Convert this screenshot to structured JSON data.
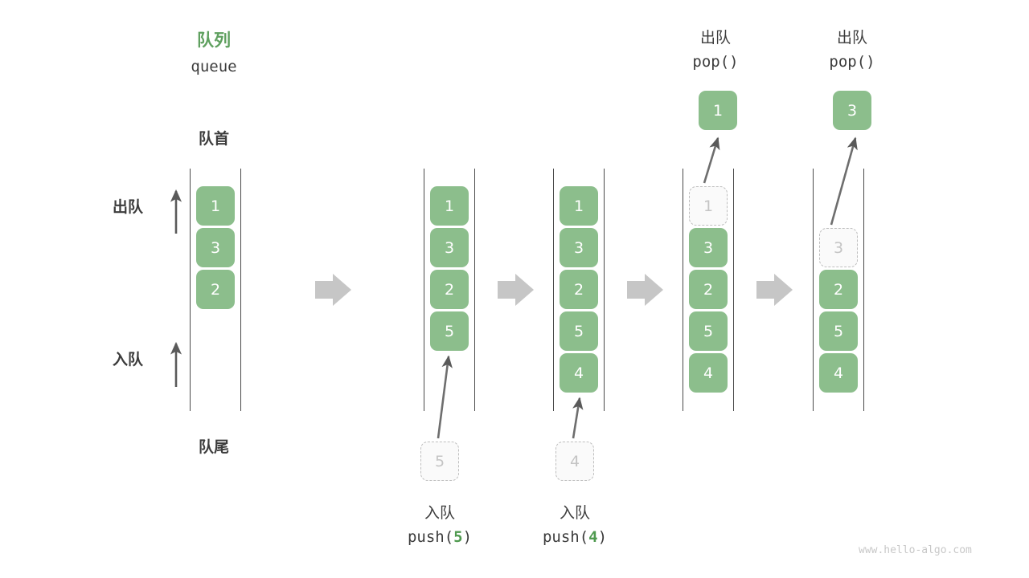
{
  "diagram": {
    "title_cn": "队列",
    "title_en": "queue",
    "head_label": "队首",
    "tail_label": "队尾",
    "dequeue_label": "出队",
    "enqueue_label": "入队",
    "watermark": "www.hello-algo.com",
    "accent_green": "#8CBE8C",
    "title_green": "#5FA05F",
    "ghost_gray": "#C4C4C4",
    "arrow_gray": "#5A5A5A",
    "flow_arrow_gray": "#C6C6C6"
  },
  "columns": [
    {
      "id": "initial",
      "cells": [
        "1",
        "3",
        "2"
      ],
      "ghost_index": null
    },
    {
      "id": "after-push-5",
      "cells": [
        "1",
        "3",
        "2",
        "5"
      ],
      "ghost_index": null
    },
    {
      "id": "after-push-4",
      "cells": [
        "1",
        "3",
        "2",
        "5",
        "4"
      ],
      "ghost_index": null
    },
    {
      "id": "after-pop-1",
      "cells": [
        "1",
        "3",
        "2",
        "5",
        "4"
      ],
      "ghost_index": 0
    },
    {
      "id": "after-pop-3",
      "cells": [
        "3",
        "2",
        "5",
        "4"
      ],
      "ghost_index": 0
    }
  ],
  "operations": {
    "push_5": {
      "cn": "入队",
      "code_prefix": "push(",
      "code_value": "5",
      "code_suffix": ")",
      "floating_value": "5"
    },
    "push_4": {
      "cn": "入队",
      "code_prefix": "push(",
      "code_value": "4",
      "code_suffix": ")",
      "floating_value": "4"
    },
    "pop_1": {
      "cn": "出队",
      "code": "pop()",
      "popped_value": "1"
    },
    "pop_3": {
      "cn": "出队",
      "code": "pop()",
      "popped_value": "3"
    }
  }
}
